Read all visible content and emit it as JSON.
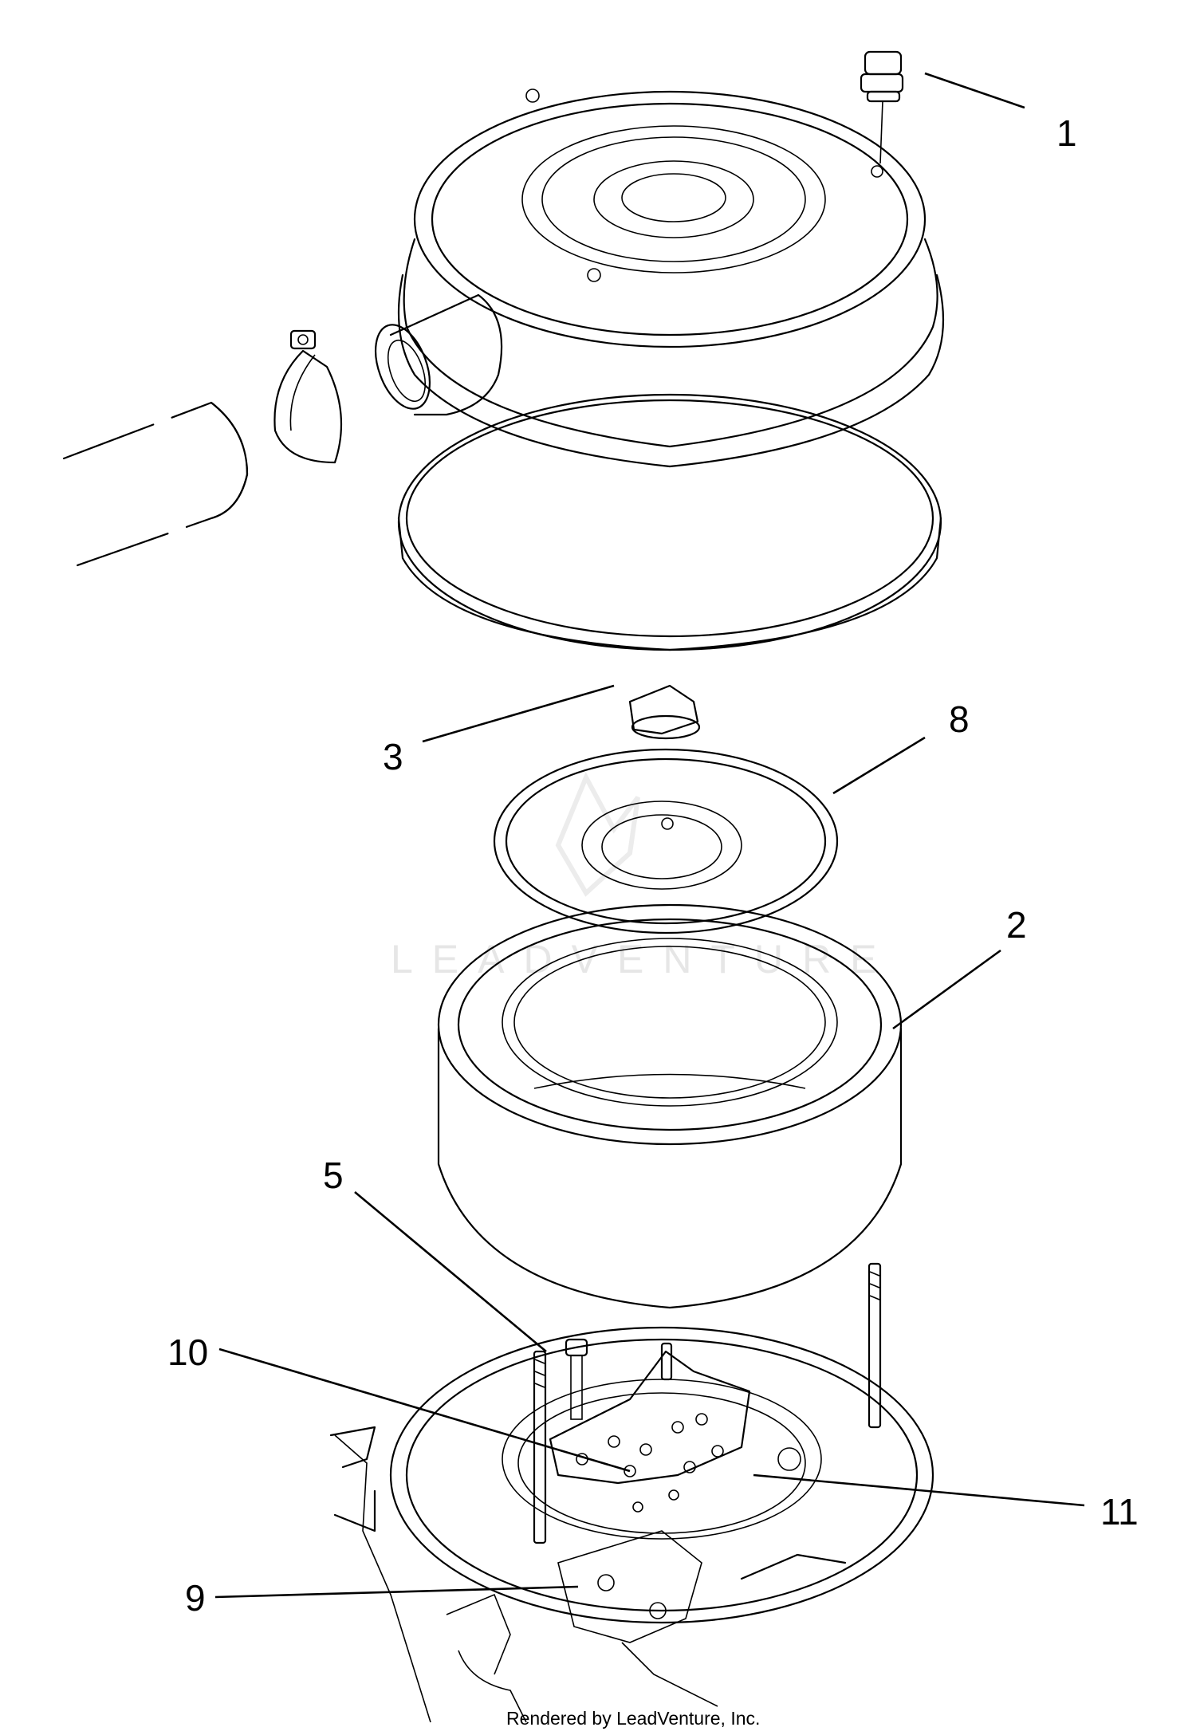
{
  "callouts": [
    {
      "id": "1",
      "label": "1"
    },
    {
      "id": "3",
      "label": "3"
    },
    {
      "id": "8",
      "label": "8"
    },
    {
      "id": "2",
      "label": "2"
    },
    {
      "id": "5",
      "label": "5"
    },
    {
      "id": "10",
      "label": "10"
    },
    {
      "id": "11",
      "label": "11"
    },
    {
      "id": "9",
      "label": "9"
    }
  ],
  "watermark": "LEADVENTURE",
  "credit": "Rendered by LeadVenture, Inc."
}
